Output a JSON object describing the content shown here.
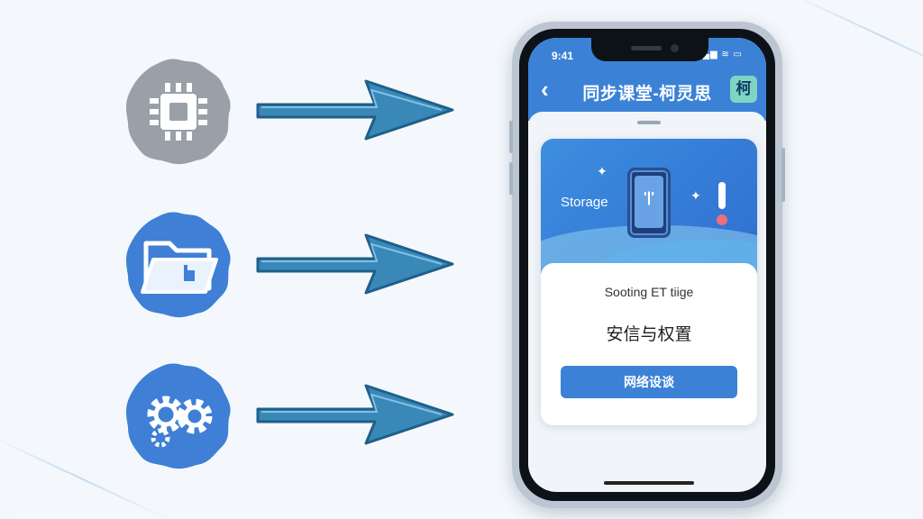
{
  "phone": {
    "status_time": "9:41",
    "status_icons": "▂▄▆ ≋ ▭",
    "app_bar": {
      "back_icon": "chevron-left-icon",
      "back_glyph": "‹",
      "title": "同步课堂-柯灵思",
      "avatar_text": "柯"
    },
    "card": {
      "banner_label": "Storage",
      "device_symbol": "'|'",
      "subtitle": "Sooting ET tiige",
      "heading": "安信与权置",
      "button_label": "网络设谈"
    }
  },
  "colors": {
    "accent": "#3b82d6",
    "background": "#f4f8fc",
    "icon_gray": "#9aa0a8",
    "icon_blue": "#3f7fd6",
    "arrow": "#3a88b8"
  },
  "icons": [
    "chip-icon",
    "folder-icon",
    "gears-icon"
  ]
}
